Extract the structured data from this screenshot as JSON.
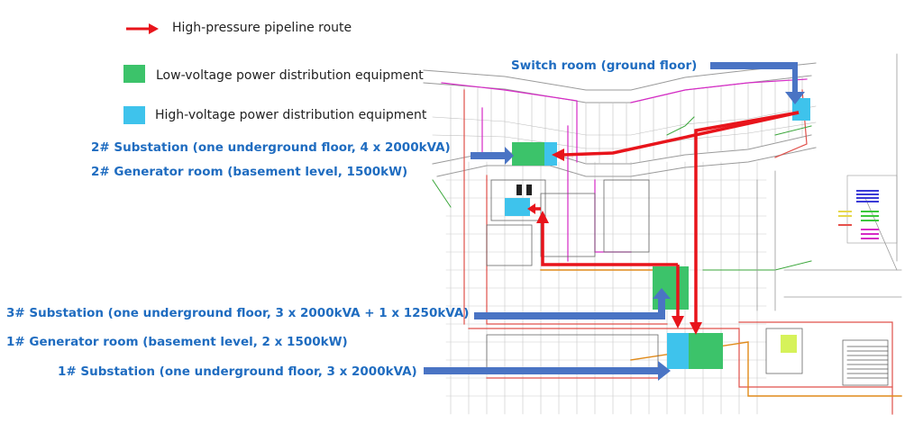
{
  "legend": {
    "pipeline_label": "High-pressure pipeline route",
    "low_voltage_label": "Low-voltage power distribution equipment",
    "high_voltage_label": "High-voltage power distribution equipment",
    "colors": {
      "pipeline": "#e8141b",
      "low_voltage": "#3cc36a",
      "high_voltage": "#3ec3ec",
      "callout_arrow": "#4a74c4",
      "callout_text": "#1f6cc0"
    }
  },
  "callouts": {
    "switch_room": "Switch room (ground floor)",
    "substation_2": "2# Substation (one underground floor, 4 x 2000kVA)",
    "generator_2": "2# Generator room (basement level, 1500kW)",
    "substation_3": "3# Substation (one underground floor, 3 x 2000kVA + 1 x 1250kVA)",
    "generator_1": "1# Generator room (basement level, 2 x 1500kW)",
    "substation_1": "1# Substation (one underground floor, 3 x 2000kVA)"
  }
}
